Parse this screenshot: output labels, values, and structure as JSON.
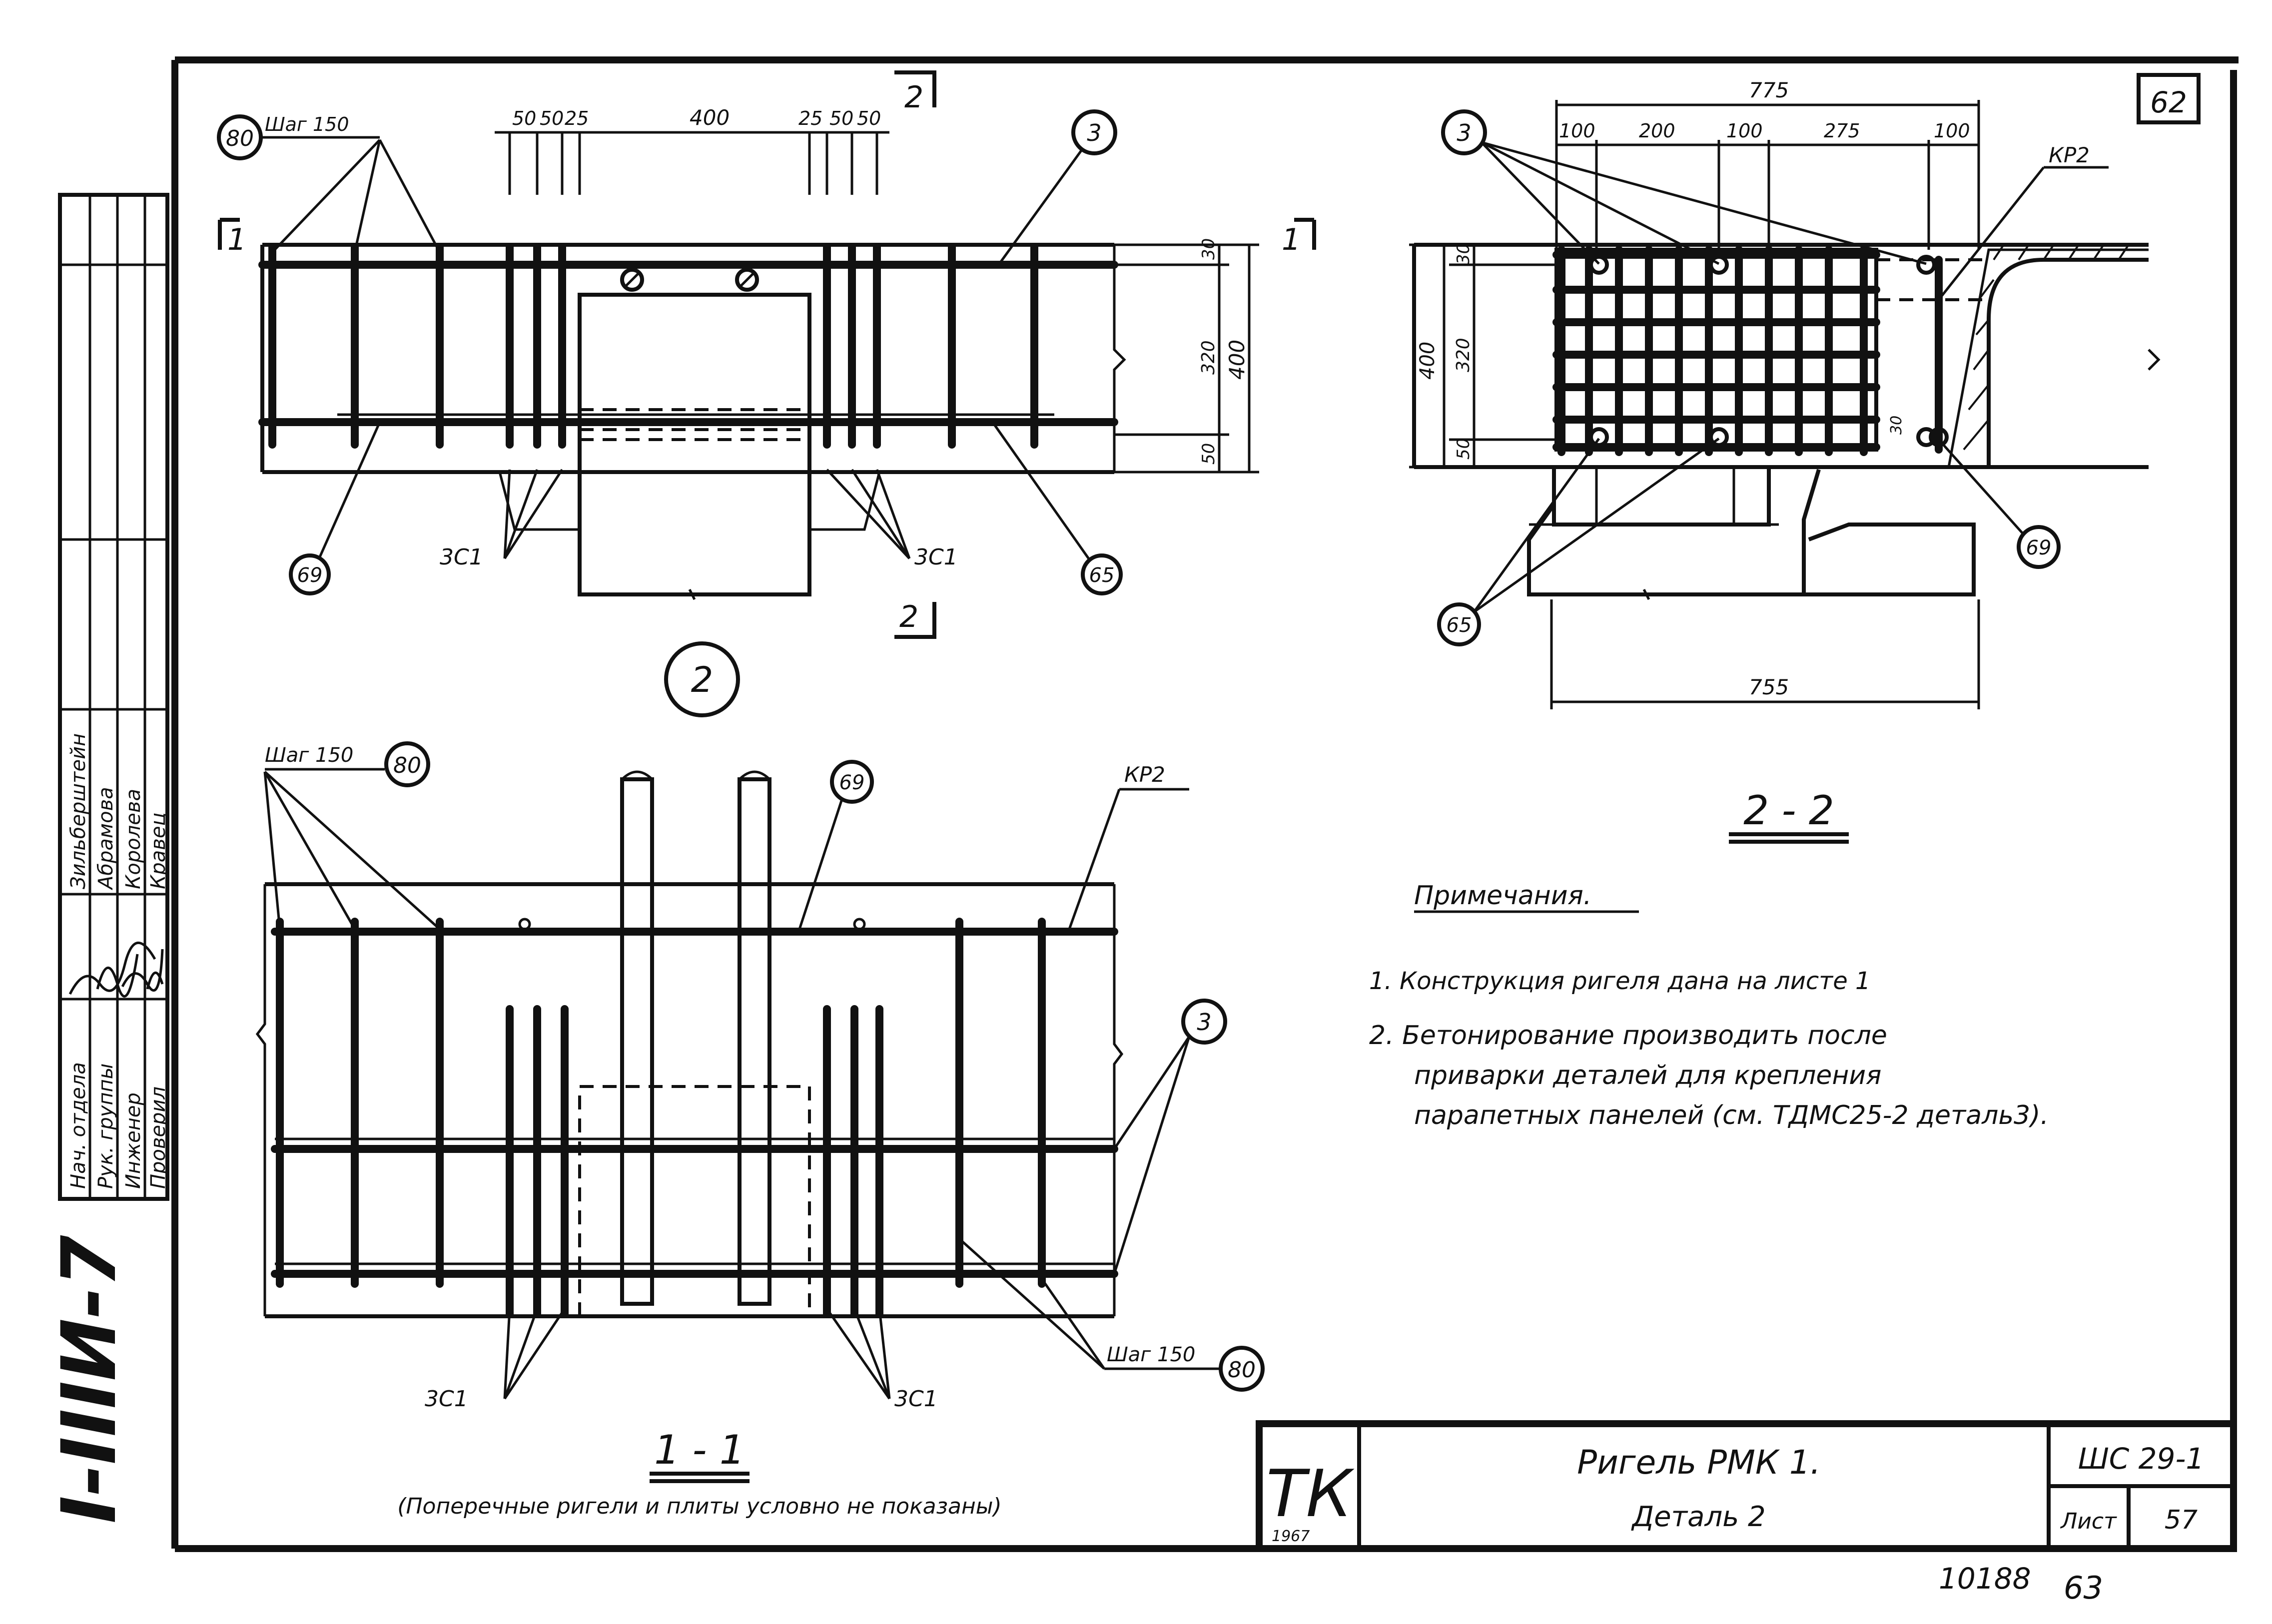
{
  "sheet_label": "62",
  "stamp": {
    "org": "ТК",
    "year": "1967"
  },
  "title_block": {
    "title": "Ригель РМК 1.",
    "subtitle": "Деталь 2",
    "code": "ШС 29-1",
    "sheet_word": "Лист",
    "sheet_no": "57"
  },
  "archive_no": "10188",
  "page_no": "63",
  "series_mark": "I-IIIИ-7",
  "staff": {
    "roles": [
      "Нач. отдела",
      "Рук. группы",
      "Инженер",
      "Проверил"
    ],
    "names": [
      "Зильберштейн",
      "Абрамова",
      "Королева",
      "Кравец"
    ]
  },
  "section_2": {
    "circle_label": "2",
    "step_note": "Шаг 150",
    "top_dims": [
      "50",
      "50",
      "25",
      "400",
      "25",
      "50",
      "50"
    ],
    "side_dims": [
      "30",
      "320",
      "400",
      "50"
    ],
    "cut_marks": [
      "1",
      "1",
      "2",
      "2"
    ],
    "callouts": {
      "c80": "80",
      "c3": "3",
      "c69": "69",
      "c65": "65",
      "zc1_left": "3С1",
      "zc1_right": "3С1"
    }
  },
  "section_22": {
    "label": "2 - 2",
    "top_dims": [
      "775",
      "100",
      "200",
      "100",
      "275",
      "100"
    ],
    "side_dims": [
      "400",
      "30",
      "320",
      "50",
      "30"
    ],
    "bottom_dim": "755",
    "callouts": {
      "c3": "3",
      "c65": "65",
      "c69": "69",
      "kp2": "КР2"
    }
  },
  "section_11": {
    "label": "1 - 1",
    "caption": "(Поперечные ригели и плиты условно не показаны)",
    "step_note_top": "Шаг 150",
    "step_note_bottom": "Шаг 150",
    "callouts": {
      "c80a": "80",
      "c80b": "80",
      "c69": "69",
      "kp2": "КР2",
      "c3": "3",
      "zc1_left": "3С1",
      "zc1_right": "3С1"
    }
  },
  "notes": {
    "heading": "Примечания.",
    "items": [
      "1. Конструкция ригеля дана на листе 1",
      "2. Бетонирование производить после",
      "приварки деталей для крепления",
      "парапетных панелей (см. ТДМС25-2 деталь3)."
    ]
  }
}
